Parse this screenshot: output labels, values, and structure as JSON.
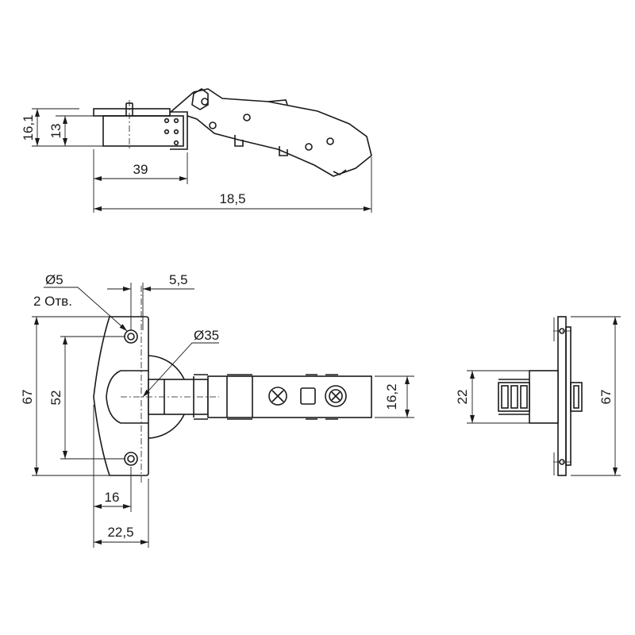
{
  "dimensions": {
    "top_height_outer": "16,1",
    "top_height_inner": "13",
    "top_width_cup": "39",
    "top_width_total": "18,5",
    "hole_diameter": "Ø5",
    "hole_count": "2 Отв.",
    "hole_offset": "5,5",
    "cup_diameter": "Ø35",
    "plate_height": "67",
    "hole_spacing": "52",
    "cup_offset": "16",
    "plate_width": "22,5",
    "arm_height": "16,2",
    "side_arm_height": "22",
    "side_plate_height": "67"
  }
}
